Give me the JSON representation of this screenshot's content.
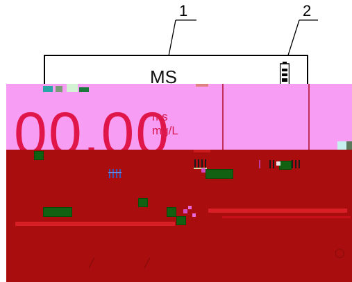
{
  "callouts": {
    "one": "1",
    "two": "2"
  },
  "display": {
    "mode_label": "MS",
    "reading": "00.00",
    "unit_primary": "ms",
    "unit_secondary": "mg/L"
  },
  "icons": {
    "battery": "battery-icon",
    "minus": "minus-icon"
  },
  "colors": {
    "pink_panel": "#f79ef4",
    "digit_red": "#e0164a",
    "red_panel": "#a90d0d",
    "green_block": "#126112"
  }
}
